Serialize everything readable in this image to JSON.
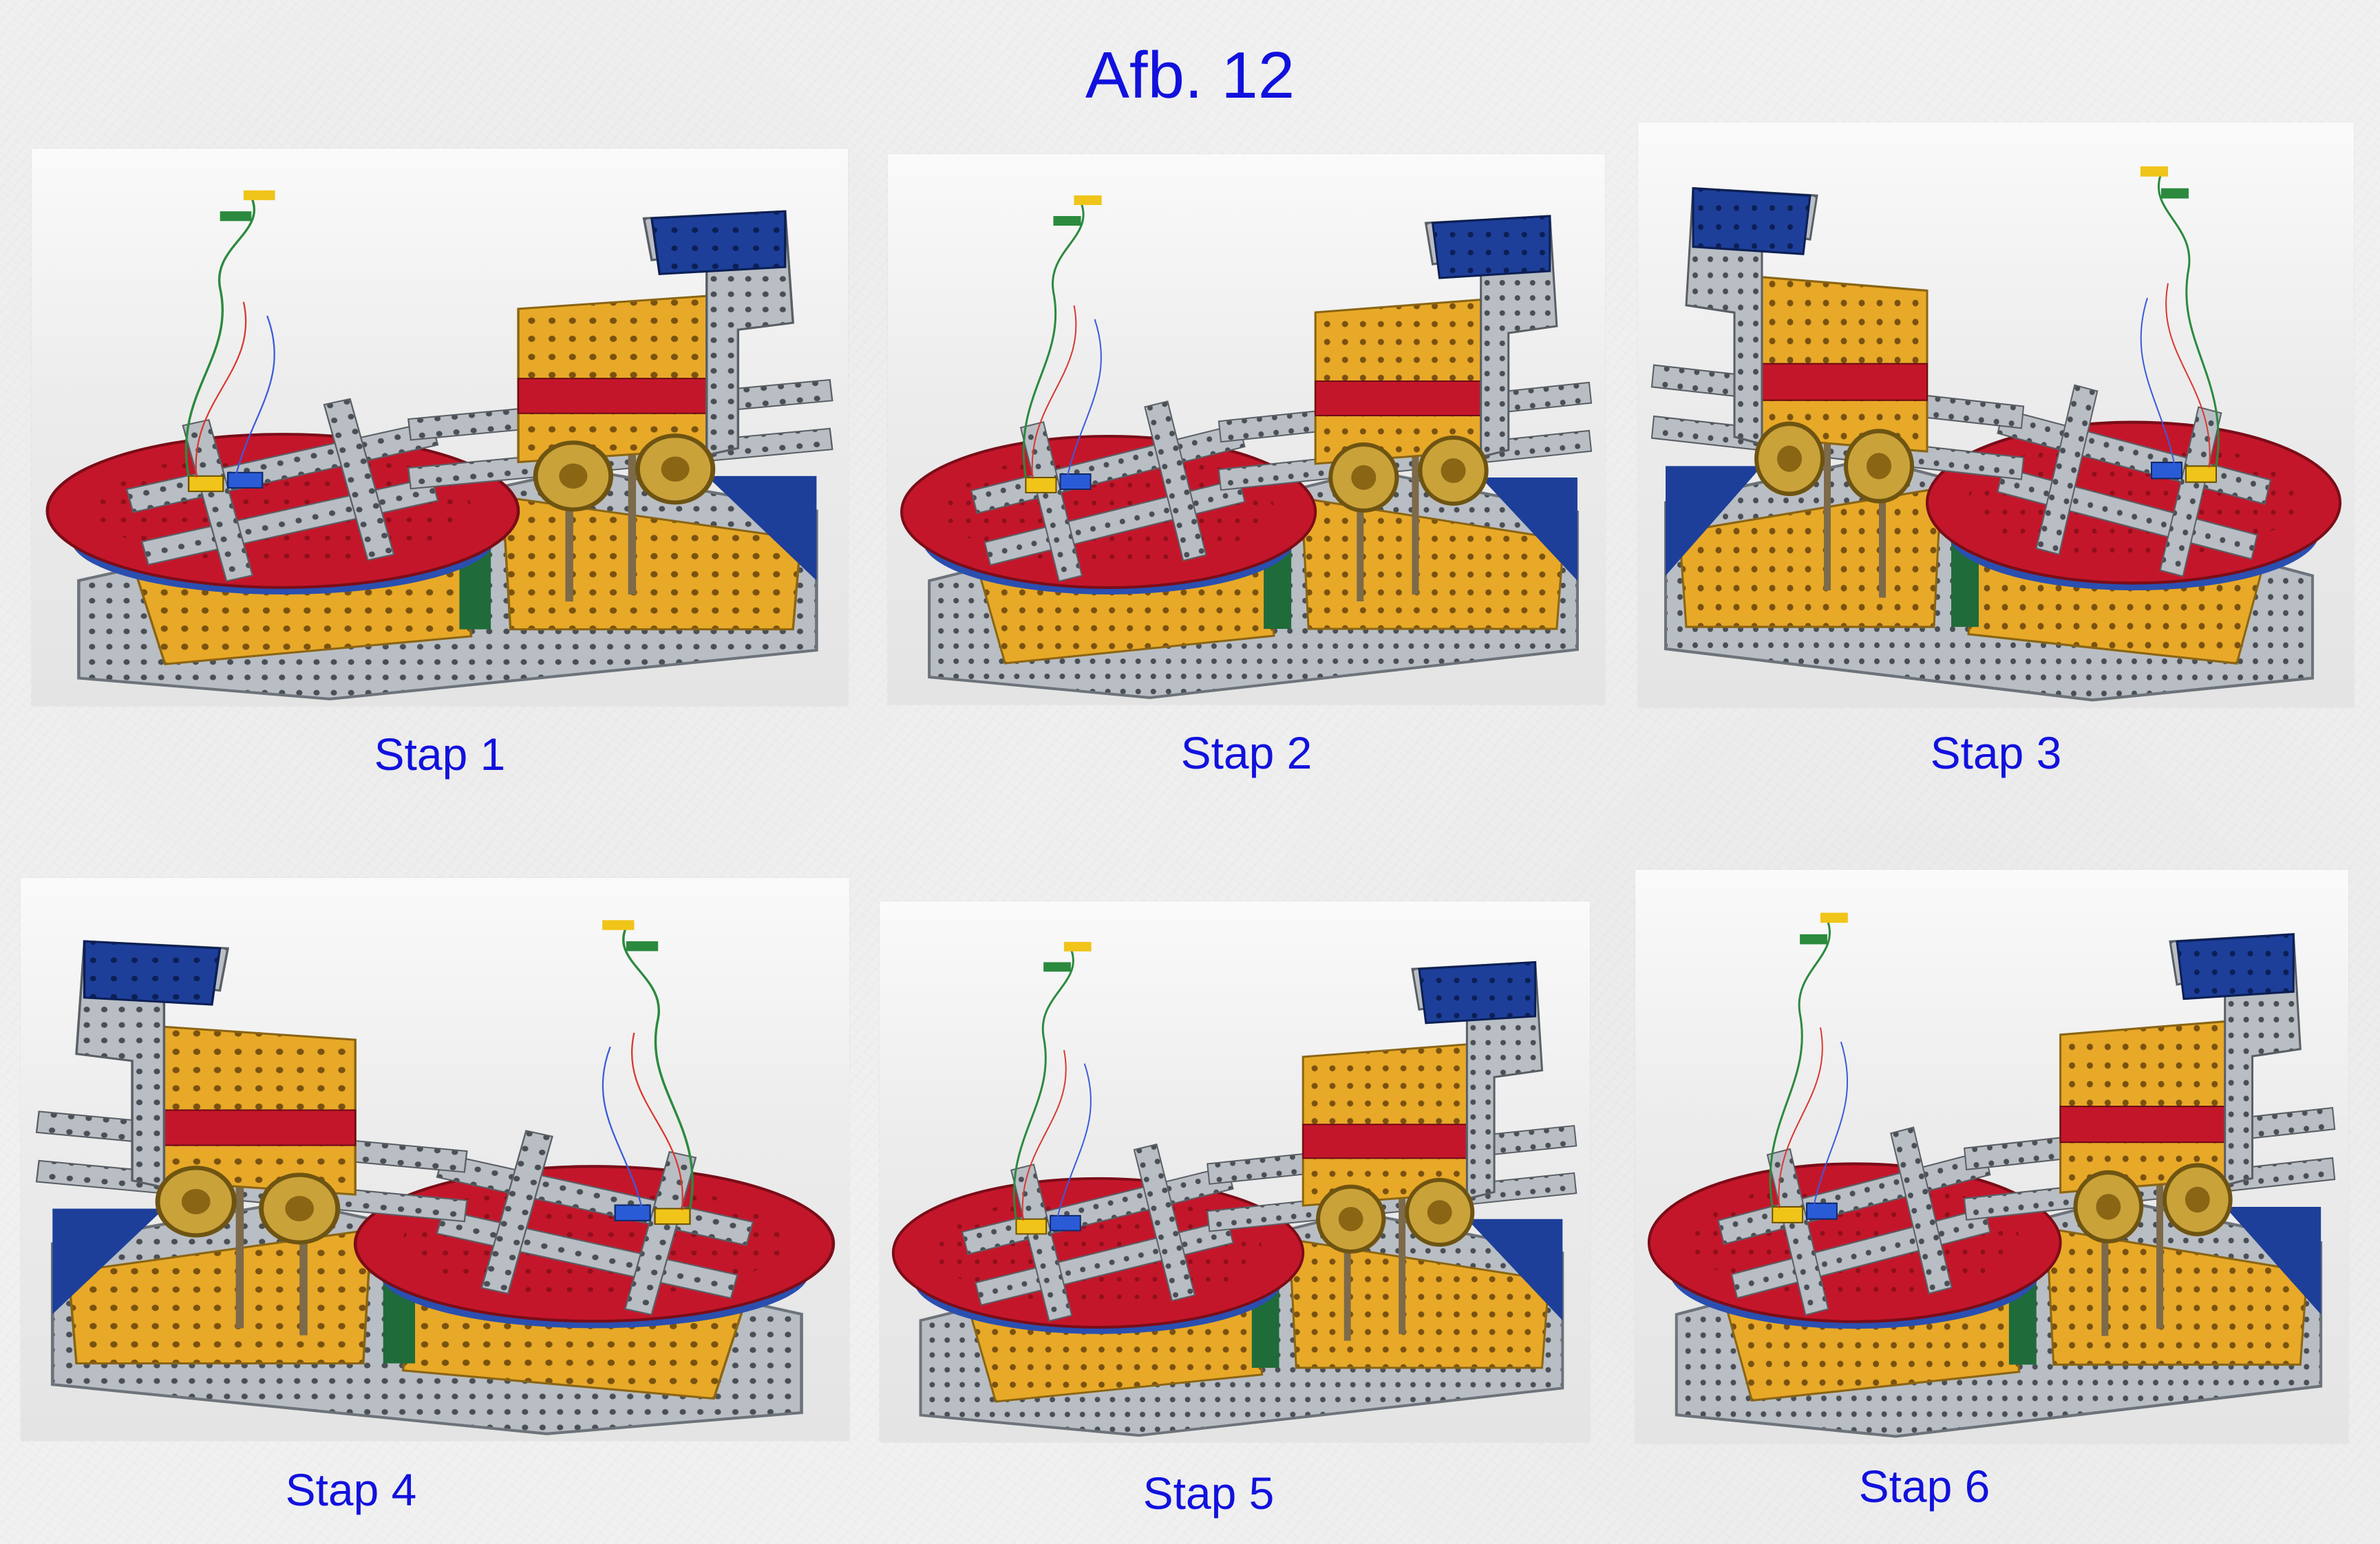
{
  "title": "Afb. 12",
  "steps": [
    {
      "caption": "Stap 1"
    },
    {
      "caption": "Stap 2"
    },
    {
      "caption": "Stap 3"
    },
    {
      "caption": "Stap 4"
    },
    {
      "caption": "Stap 5"
    },
    {
      "caption": "Stap 6"
    }
  ],
  "colors": {
    "title": "#1111dd",
    "caption": "#1111dd",
    "meccano_red": "#c4162a",
    "meccano_yellow": "#e8a928",
    "meccano_blue": "#1d3f9a",
    "meccano_green": "#1f6b3a",
    "steel": "#b9bec4"
  }
}
